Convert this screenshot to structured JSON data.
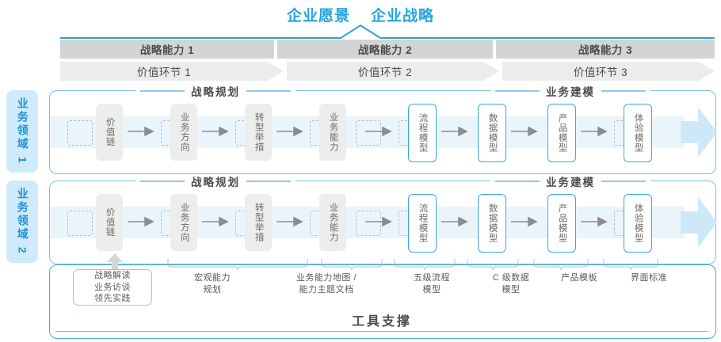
{
  "top": {
    "titles": [
      "企业愿景",
      "企业战略"
    ],
    "accent_color": "#27a3dd"
  },
  "capability_band": {
    "cells": [
      "战略能力 1",
      "战略能力 2",
      "战略能力 3"
    ],
    "bg_color": "#d3d4d4",
    "text_color": "#4c4c4c"
  },
  "value_band": {
    "cells": [
      "价值环节 1",
      "价值环节 2",
      "价值环节 3"
    ],
    "bg_color": "#ececec",
    "text_color": "#4c4c4c"
  },
  "domains": [
    {
      "label": "业务领域 1",
      "tab_color": "#cfeafb",
      "text_color": "#1f93d4"
    },
    {
      "label": "业务领域 2",
      "tab_color": "#cfeafb",
      "text_color": "#1f93d4"
    }
  ],
  "sections": [
    {
      "id": "planning",
      "title": "战略规划"
    },
    {
      "id": "modeling",
      "title": "业务建模"
    }
  ],
  "nodes": {
    "planning": [
      {
        "label": "价值链",
        "style": "gray"
      },
      {
        "label": "业务方向",
        "style": "gray"
      },
      {
        "label": "转型举措",
        "style": "gray"
      },
      {
        "label": "业务能力",
        "style": "gray"
      }
    ],
    "modeling": [
      {
        "label": "流程模型",
        "style": "blue"
      },
      {
        "label": "数据模型",
        "style": "blue"
      },
      {
        "label": "产品模型",
        "style": "blue"
      },
      {
        "label": "体验模型",
        "style": "blue"
      }
    ]
  },
  "tool_support": {
    "title": "工具支撑",
    "highlight_box": [
      "战略解读",
      "业务访谈",
      "领先实践"
    ],
    "labels": [
      "宏观能力\n规划",
      "业务能力地图 /\n能力主题文档",
      "五级流程\n模型",
      "C 级数据\n模型",
      "产品模板",
      "界面标准"
    ]
  }
}
